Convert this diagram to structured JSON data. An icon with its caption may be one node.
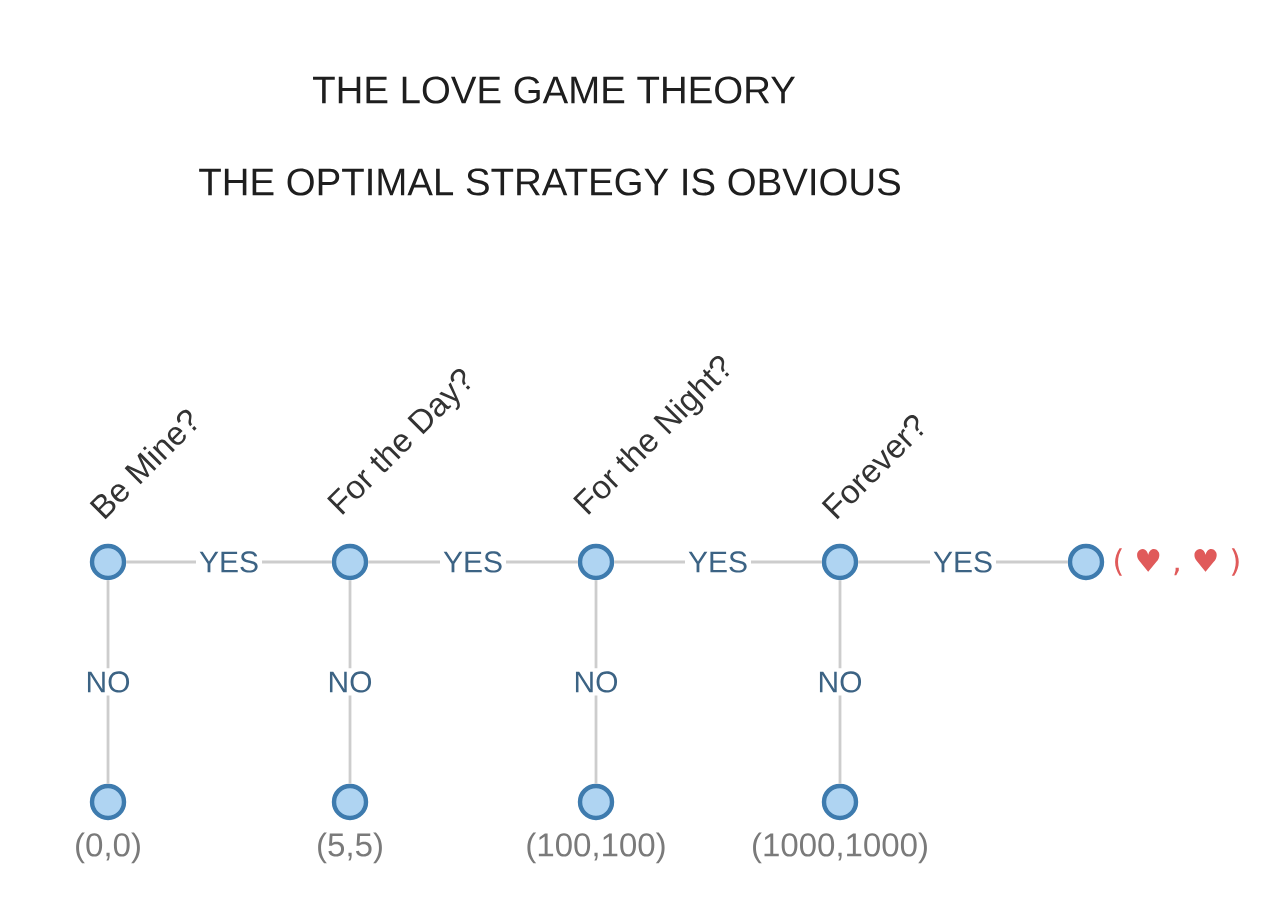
{
  "diagram": {
    "title": "THE LOVE GAME THEORY",
    "nodes": [
      {
        "text": [],
        "shape": "circle",
        "beside": [
          "Be Mine?"
        ]
      },
      {
        "text": [],
        "shape": "circle",
        "beside": [
          "For the Day?"
        ]
      },
      {
        "text": [],
        "shape": "circle",
        "beside": [
          "For the Night?"
        ]
      },
      {
        "text": [],
        "shape": "circle",
        "beside": [
          "Forever?"
        ]
      },
      {
        "text": [],
        "shape": "circle",
        "beside": [
          "( ♥ , ♥ )"
        ]
      },
      {
        "text": [],
        "shape": "circle",
        "beside": [
          "(0,0)"
        ]
      },
      {
        "text": [],
        "shape": "circle",
        "beside": [
          "(5,5)"
        ]
      },
      {
        "text": [],
        "shape": "circle",
        "beside": [
          "(100,100)"
        ]
      },
      {
        "text": [],
        "shape": "circle",
        "beside": [
          "(1000,1000)"
        ]
      }
    ],
    "edges": [
      {
        "from": 0,
        "to": 1,
        "arrow": "none",
        "label": "YES"
      },
      {
        "from": 1,
        "to": 2,
        "arrow": "none",
        "label": "YES"
      },
      {
        "from": 2,
        "to": 3,
        "arrow": "none",
        "label": "YES"
      },
      {
        "from": 3,
        "to": 4,
        "arrow": "none",
        "label": "YES"
      },
      {
        "from": 0,
        "to": 5,
        "arrow": "none",
        "label": "NO"
      },
      {
        "from": 1,
        "to": 6,
        "arrow": "none",
        "label": "NO"
      },
      {
        "from": 2,
        "to": 7,
        "arrow": "none",
        "label": "NO"
      },
      {
        "from": 3,
        "to": 8,
        "arrow": "none",
        "label": "NO"
      }
    ],
    "labels": [
      "THE OPTIMAL STRATEGY IS OBVIOUS"
    ]
  }
}
